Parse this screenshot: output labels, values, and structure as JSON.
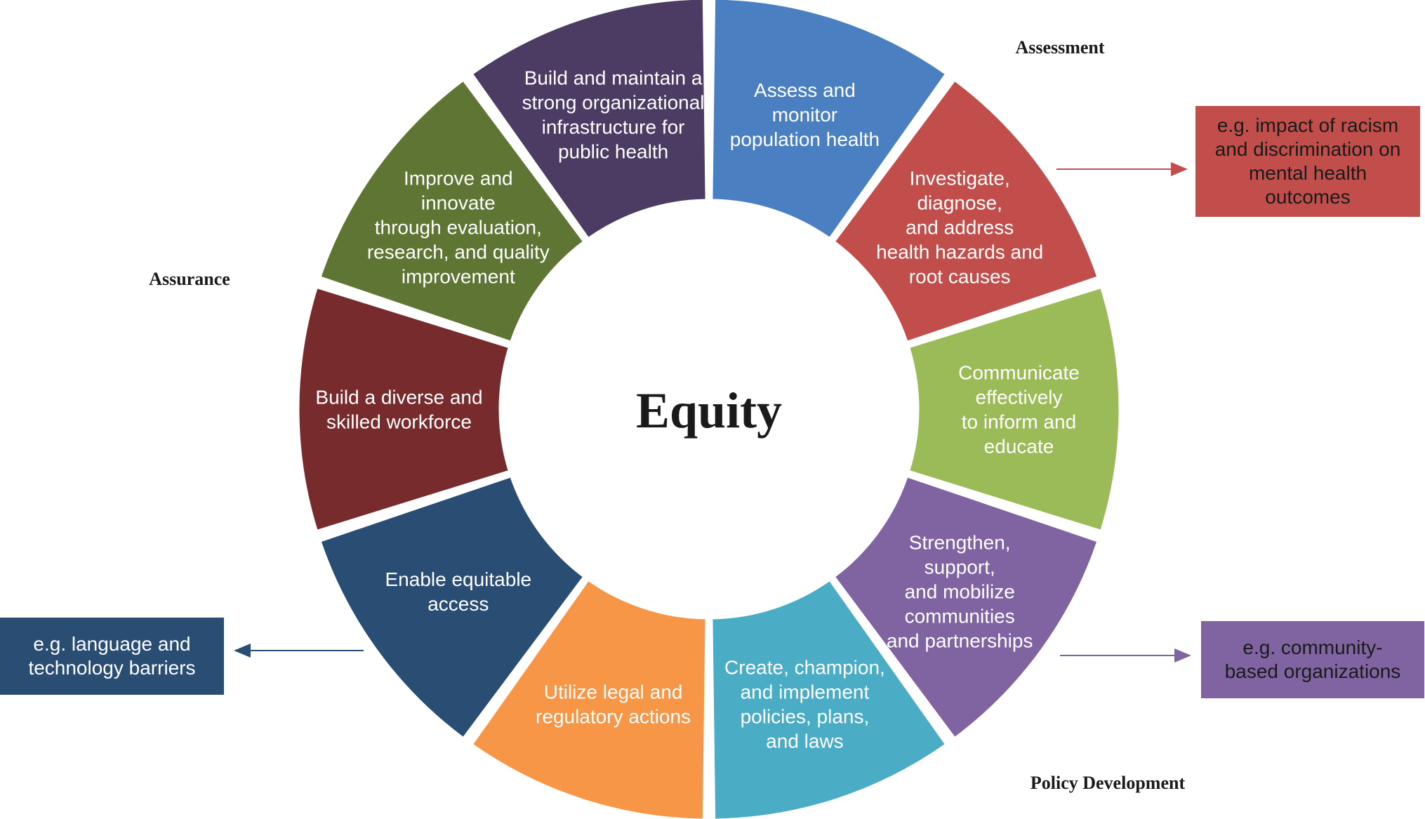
{
  "center_label": "Equity",
  "groups": {
    "assessment": "Assessment",
    "assurance": "Assurance",
    "policy_development": "Policy Development"
  },
  "segments": [
    {
      "key": "assess",
      "color": "#4A80C1",
      "lines": [
        "Assess and",
        "monitor",
        "population health"
      ]
    },
    {
      "key": "investigate",
      "color": "#C14E4B",
      "lines": [
        "Investigate,",
        "diagnose,",
        "and address",
        "health hazards and",
        "root causes"
      ]
    },
    {
      "key": "communicate",
      "color": "#9BBB59",
      "lines": [
        "Communicate",
        "effectively",
        "to inform and",
        "educate"
      ]
    },
    {
      "key": "strengthen",
      "color": "#8064A2",
      "lines": [
        "Strengthen,",
        "support,",
        "and mobilize",
        "communities",
        "and partnerships"
      ]
    },
    {
      "key": "create",
      "color": "#4BACC6",
      "lines": [
        "Create, champion,",
        "and implement",
        "policies, plans,",
        "and laws"
      ]
    },
    {
      "key": "utilize",
      "color": "#F79646",
      "lines": [
        "Utilize legal and",
        "regulatory actions"
      ]
    },
    {
      "key": "enable",
      "color": "#2A4D74",
      "lines": [
        "Enable equitable",
        "access"
      ]
    },
    {
      "key": "build-workforce",
      "color": "#772B2D",
      "lines": [
        "Build a diverse and",
        "skilled workforce"
      ]
    },
    {
      "key": "improve",
      "color": "#5E7533",
      "lines": [
        "Improve and",
        "innovate",
        "through evaluation,",
        "research, and quality",
        "improvement"
      ]
    },
    {
      "key": "infrastructure",
      "color": "#4C3B63",
      "lines": [
        "Build and maintain a",
        "strong organizational",
        "infrastructure for",
        "public health"
      ]
    }
  ],
  "callouts": {
    "racism": {
      "text": "e.g. impact of racism\nand discrimination on\nmental health\noutcomes",
      "color": "#C14E4B"
    },
    "community": {
      "text": "e.g. community-\nbased organizations",
      "color": "#8064A2"
    },
    "language": {
      "text": "e.g. language and\ntechnology barriers",
      "color": "#2A4D74"
    }
  }
}
